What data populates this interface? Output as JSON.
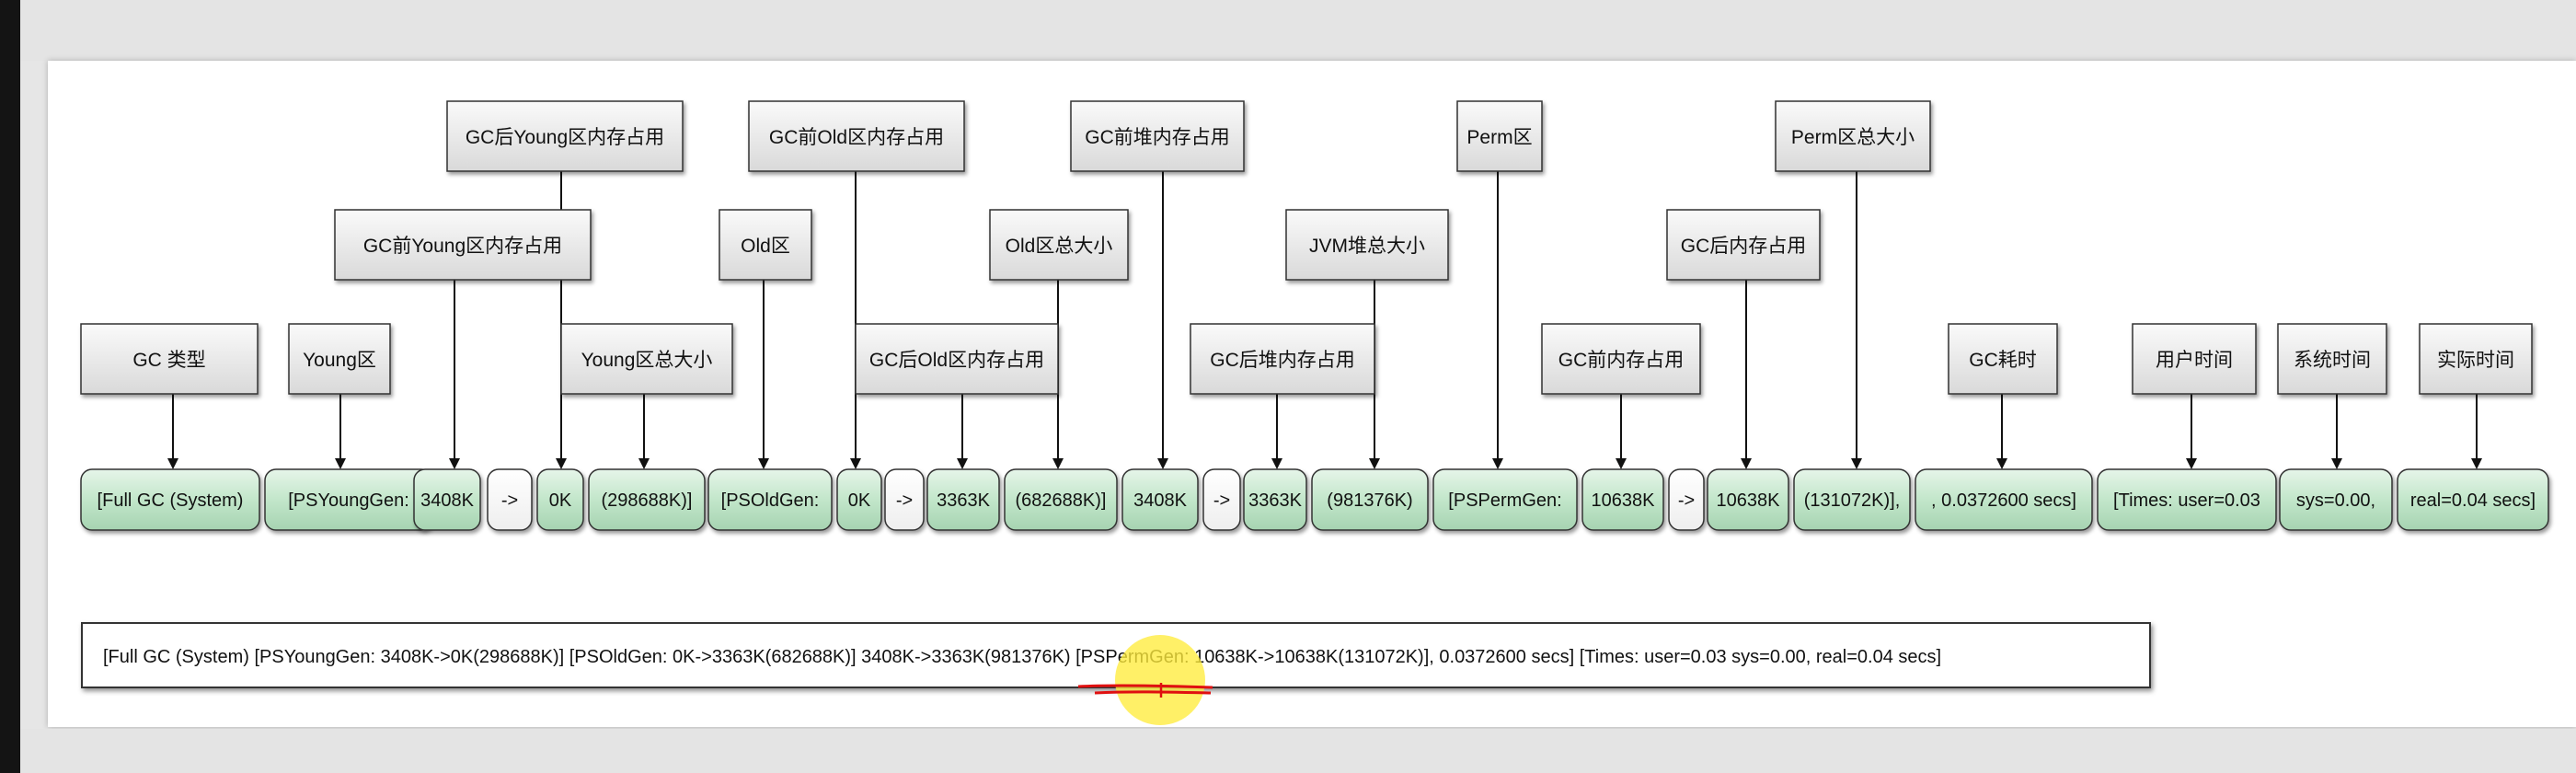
{
  "labels": [
    {
      "id": "gc-type",
      "text": "GC 类型"
    },
    {
      "id": "young-area",
      "text": "Young区"
    },
    {
      "id": "young-before",
      "text": "GC前Young区内存占用"
    },
    {
      "id": "young-after",
      "text": "GC后Young区内存占用"
    },
    {
      "id": "young-total",
      "text": "Young区总大小"
    },
    {
      "id": "old-area",
      "text": "Old区"
    },
    {
      "id": "old-before",
      "text": "GC前Old区内存占用"
    },
    {
      "id": "old-after",
      "text": "GC后Old区内存占用"
    },
    {
      "id": "old-total",
      "text": "Old区总大小"
    },
    {
      "id": "heap-before",
      "text": "GC前堆内存占用"
    },
    {
      "id": "heap-after",
      "text": "GC后堆内存占用"
    },
    {
      "id": "jvm-heap-total",
      "text": "JVM堆总大小"
    },
    {
      "id": "perm-area",
      "text": "Perm区"
    },
    {
      "id": "perm-before",
      "text": "GC前内存占用"
    },
    {
      "id": "perm-after",
      "text": "GC后内存占用"
    },
    {
      "id": "perm-total",
      "text": "Perm区总大小"
    },
    {
      "id": "gc-time",
      "text": "GC耗时"
    },
    {
      "id": "user-time",
      "text": "用户时间"
    },
    {
      "id": "sys-time",
      "text": "系统时间"
    },
    {
      "id": "real-time",
      "text": "实际时间"
    }
  ],
  "segments": [
    {
      "text": "[Full GC (System)",
      "kind": "green"
    },
    {
      "text": "[PSYoungGen:",
      "kind": "green"
    },
    {
      "text": "3408K",
      "kind": "green"
    },
    {
      "text": "->",
      "kind": "white"
    },
    {
      "text": "0K",
      "kind": "green"
    },
    {
      "text": "(298688K)]",
      "kind": "green"
    },
    {
      "text": "[PSOldGen:",
      "kind": "green"
    },
    {
      "text": "0K",
      "kind": "green"
    },
    {
      "text": "->",
      "kind": "white"
    },
    {
      "text": "3363K",
      "kind": "green"
    },
    {
      "text": "(682688K)]",
      "kind": "green"
    },
    {
      "text": "3408K",
      "kind": "green"
    },
    {
      "text": "->",
      "kind": "white"
    },
    {
      "text": "3363K",
      "kind": "green"
    },
    {
      "text": "(981376K)",
      "kind": "green"
    },
    {
      "text": "[PSPermGen:",
      "kind": "green"
    },
    {
      "text": "10638K",
      "kind": "green"
    },
    {
      "text": "->",
      "kind": "white"
    },
    {
      "text": "10638K",
      "kind": "green"
    },
    {
      "text": "(131072K)],",
      "kind": "green"
    },
    {
      "text": ", 0.0372600 secs]",
      "kind": "green"
    },
    {
      "text": "[Times: user=0.03",
      "kind": "green"
    },
    {
      "text": "sys=0.00,",
      "kind": "green"
    },
    {
      "text": "real=0.04 secs]",
      "kind": "green"
    }
  ],
  "summary": "[Full GC (System) [PSYoungGen: 3408K->0K(298688K)] [PSOldGen: 0K->3363K(682688K)] 3408K->3363K(981376K) [PSPermGen: 10638K->10638K(131072K)], 0.0372600 secs] [Times: user=0.03 sys=0.00, real=0.04 secs]",
  "colors": {
    "segment_fill": "#bfe3c7",
    "label_fill": "#ececec",
    "annotation": "#e01010",
    "highlight": "#ffeb3c"
  }
}
